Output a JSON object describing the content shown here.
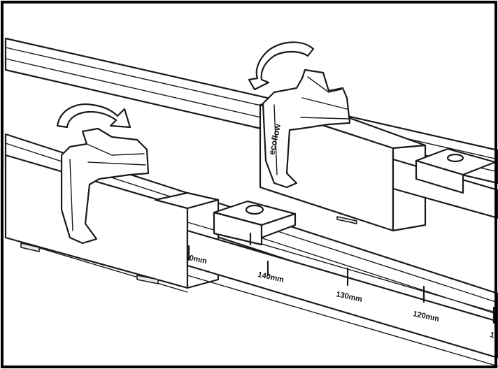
{
  "figure": {
    "border_color": "#000000",
    "line_color": "#1a1a1a",
    "clip_brand_text": "ecoflow",
    "rotation_arrows": [
      "curved-rotate-arrow-left-clip",
      "curved-rotate-arrow-right-clip"
    ]
  },
  "ruler": {
    "ticks": [
      {
        "label": "0mm"
      },
      {
        "label": "140mm"
      },
      {
        "label": "130mm"
      },
      {
        "label": "120mm"
      },
      {
        "label": "1"
      }
    ]
  }
}
